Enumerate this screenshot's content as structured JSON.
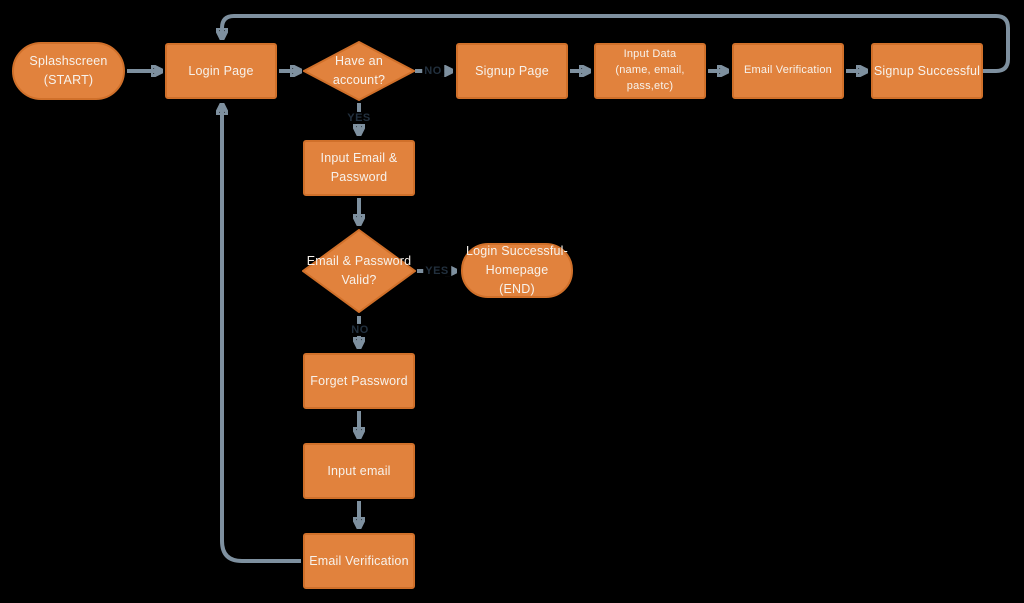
{
  "palette": {
    "node_fill": "#E1823D",
    "node_border": "#D0702A",
    "node_text": "#F7F2EC",
    "connector": "#7E909F",
    "edge_label": "#22303E",
    "background": "#000000"
  },
  "diagram": {
    "type": "flowchart",
    "nodes": {
      "splashscreen": {
        "label": "Splashscreen\n(START)",
        "shape": "stadium"
      },
      "login_page": {
        "label": "Login Page",
        "shape": "rect"
      },
      "have_account": {
        "label": "Have an\naccount?",
        "shape": "diamond"
      },
      "signup_page": {
        "label": "Signup Page",
        "shape": "rect"
      },
      "input_data": {
        "label": "Input Data\n(name, email,\npass,etc)",
        "shape": "rect"
      },
      "email_verification_signup": {
        "label": "Email Verification",
        "shape": "rect"
      },
      "signup_successful": {
        "label": "Signup Successful",
        "shape": "rect"
      },
      "input_email_password": {
        "label": "Input Email &\nPassword",
        "shape": "rect"
      },
      "email_password_valid": {
        "label": "Email & Password\nValid?",
        "shape": "diamond"
      },
      "login_successful": {
        "label": "Login Successful-\nHomepage\n(END)",
        "shape": "stadium"
      },
      "forget_password": {
        "label": "Forget Password",
        "shape": "rect"
      },
      "input_email": {
        "label": "Input email",
        "shape": "rect"
      },
      "email_verification_reset": {
        "label": "Email Verification",
        "shape": "rect"
      }
    },
    "edge_labels": {
      "no_signup": "NO",
      "yes_login": "YES",
      "yes_valid": "YES",
      "no_valid": "NO"
    },
    "edges": [
      "splashscreen -> login_page",
      "login_page -> have_account",
      "have_account -NO-> signup_page",
      "signup_page -> input_data",
      "input_data -> email_verification_signup",
      "email_verification_signup -> signup_successful",
      "signup_successful -> login_page (top loop)",
      "have_account -YES-> input_email_password",
      "input_email_password -> email_password_valid",
      "email_password_valid -YES-> login_successful",
      "email_password_valid -NO-> forget_password",
      "forget_password -> input_email",
      "input_email -> email_verification_reset",
      "email_verification_reset -> login_page (left loop)"
    ]
  }
}
